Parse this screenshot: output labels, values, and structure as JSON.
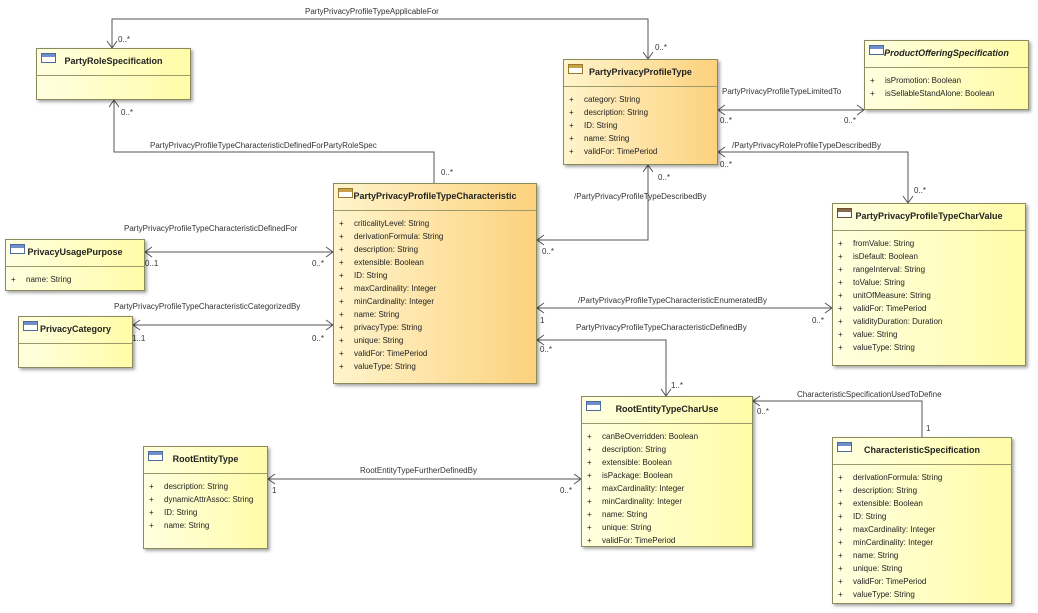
{
  "classes": {
    "party_role_specification": {
      "name": "PartyRoleSpecification",
      "attributes": []
    },
    "party_privacy_profile_type": {
      "name": "PartyPrivacyProfileType",
      "attributes": [
        "category: String",
        "description: String",
        "ID: String",
        "name: String",
        "validFor: TimePeriod"
      ]
    },
    "product_offering_specification": {
      "name": "ProductOfferingSpecification",
      "attributes": [
        "isPromotion: Boolean",
        "isSellableStandAlone: Boolean"
      ]
    },
    "party_privacy_profile_type_characteristic": {
      "name": "PartyPrivacyProfileTypeCharacteristic",
      "attributes": [
        "criticalityLevel: String",
        "derivationFormula: String",
        "description: String",
        "extensible: Boolean",
        "ID: String",
        "maxCardinality: Integer",
        "minCardinality: Integer",
        "name: String",
        "privacyType: String",
        "unique: String",
        "validFor: TimePeriod",
        "valueType: String"
      ]
    },
    "privacy_usage_purpose": {
      "name": "PrivacyUsagePurpose",
      "attributes": [
        "name: String"
      ]
    },
    "privacy_category": {
      "name": "PrivacyCategory",
      "attributes": []
    },
    "party_privacy_profile_type_char_value": {
      "name": "PartyPrivacyProfileTypeCharValue",
      "attributes": [
        "fromValue: String",
        "isDefault: Boolean",
        "rangeInterval: String",
        "toValue: String",
        "unitOfMeasure: String",
        "validFor: TimePeriod",
        "validityDuration: Duration",
        "value: String",
        "valueType: String"
      ]
    },
    "root_entity_type_char_use": {
      "name": "RootEntityTypeCharUse",
      "attributes": [
        "canBeOverridden: Boolean",
        "description: String",
        "extensible: Boolean",
        "isPackage: Boolean",
        "maxCardinality: Integer",
        "minCardinality: Integer",
        "name: String",
        "unique: String",
        "validFor: TimePeriod"
      ]
    },
    "root_entity_type": {
      "name": "RootEntityType",
      "attributes": [
        "description: String",
        "dynamicAttrAssoc: String",
        "ID: String",
        "name: String"
      ]
    },
    "characteristic_specification": {
      "name": "CharacteristicSpecification",
      "attributes": [
        "derivationFormula: String",
        "description: String",
        "extensible: Boolean",
        "ID: String",
        "maxCardinality: Integer",
        "minCardinality: Integer",
        "name: String",
        "unique: String",
        "validFor: TimePeriod",
        "valueType: String"
      ]
    }
  },
  "associations": [
    {
      "label": "PartyPrivacyProfileTypeApplicableFor",
      "source_mult": "0..*",
      "target_mult": "0..*"
    },
    {
      "label": "PartyPrivacyProfileTypeLimitedTo",
      "source_mult": "0..*",
      "target_mult": "0..*"
    },
    {
      "label": "/PartyPrivacyRoleProfileTypeDescribedBy",
      "source_mult": "0..*",
      "target_mult": "0..*"
    },
    {
      "label": "PartyPrivacyProfileTypeCharacteristicDefinedForPartyRoleSpec",
      "source_mult": "0..*",
      "target_mult": "0..*"
    },
    {
      "label": "/PartyPrivacyProfileTypeDescribedBy",
      "source_mult": "0..*",
      "target_mult": "0..*"
    },
    {
      "label": "PartyPrivacyProfileTypeCharacteristicDefinedFor",
      "source_mult": "0..1",
      "target_mult": "0..*"
    },
    {
      "label": "PartyPrivacyProfileTypeCharacteristicCategorizedBy",
      "source_mult": "1..1",
      "target_mult": "0..*"
    },
    {
      "label": "/PartyPrivacyProfileTypeCharacteristicEnumeratedBy",
      "source_mult": "1",
      "target_mult": "0..*"
    },
    {
      "label": "PartyPrivacyProfileTypeCharacteristicDefinedBy",
      "source_mult": "0..*",
      "target_mult": "1..*"
    },
    {
      "label": "CharacteristicSpecificationUsedToDefine",
      "source_mult": "0..*",
      "target_mult": "1"
    },
    {
      "label": "RootEntityTypeFurtherDefinedBy",
      "source_mult": "1",
      "target_mult": "0..*"
    }
  ]
}
